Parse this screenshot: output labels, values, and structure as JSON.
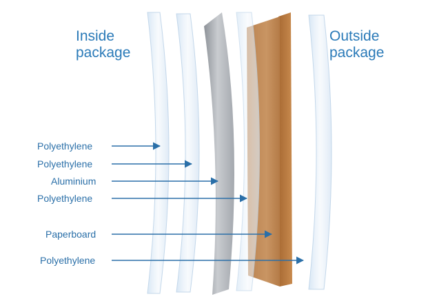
{
  "headings": {
    "inside": [
      "Inside",
      "package"
    ],
    "outside": [
      "Outside",
      "package"
    ]
  },
  "layers": [
    {
      "label": "Polyethylene",
      "material": "plastic-film"
    },
    {
      "label": "Polyethylene",
      "material": "plastic-film"
    },
    {
      "label": "Aluminium",
      "material": "metal-foil"
    },
    {
      "label": "Polyethylene",
      "material": "plastic-film"
    },
    {
      "label": "Paperboard",
      "material": "paperboard"
    },
    {
      "label": "Polyethylene",
      "material": "plastic-film"
    }
  ],
  "colors": {
    "text": "#2a7ab8",
    "arrow": "#2a6fa8",
    "film": "#e3eef8",
    "foil": "#a7abb1",
    "paperboard": "#c08a55"
  }
}
